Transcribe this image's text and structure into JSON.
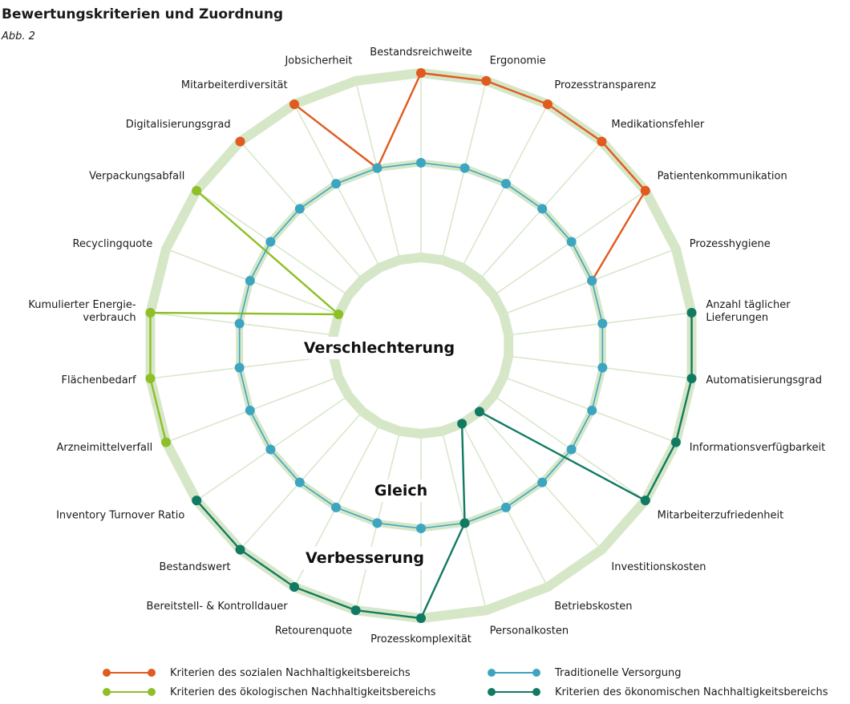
{
  "page": {
    "title": "Bewertungskriterien und Zuordnung",
    "subtitle": "Abb. 2"
  },
  "chart_data": {
    "type": "radar",
    "levels": [
      "Verbesserung",
      "Gleich",
      "Verschlechterung"
    ],
    "level_values": {
      "Verbesserung": 1,
      "Gleich": 0,
      "Verschlechterung": -1
    },
    "axes": [
      "Bestandsreichweite",
      "Ergonomie",
      "Prozesstransparenz",
      "Medikationsfehler",
      "Patientenkommunikation",
      "Prozesshygiene",
      "Anzahl täglicher\nLieferungen",
      "Automatisierungsgrad",
      "Informationsverfügbarkeit",
      "Mitarbeiterzufriedenheit",
      "Investitionskosten",
      "Betriebskosten",
      "Personalkosten",
      "Prozesskomplexität",
      "Retourenquote",
      "Bereitstell- & Kontrolldauer",
      "Bestandswert",
      "Inventory Turnover Ratio",
      "Arzneimittelverfall",
      "Flächenbedarf",
      "Kumulierter Energie-\nverbrauch",
      "Recyclingquote",
      "Verpackungsabfall",
      "Digitalisierungsgrad",
      "Mitarbeiterdiversität",
      "Jobsicherheit"
    ],
    "series": [
      {
        "name": "Kriterien des sozialen Nachhaltigkeitsbereichs",
        "color": "#e15a1e",
        "points": [
          {
            "axis": "Jobsicherheit",
            "value": 0
          },
          {
            "axis": "Mitarbeiterdiversität",
            "value": 1
          },
          {
            "axis": "Digitalisierungsgrad",
            "value": 1
          },
          {
            "axis": "Bestandsreichweite",
            "value": 1
          },
          {
            "axis": "Ergonomie",
            "value": 1
          },
          {
            "axis": "Prozesstransparenz",
            "value": 1
          },
          {
            "axis": "Medikationsfehler",
            "value": 1
          },
          {
            "axis": "Patientenkommunikation",
            "value": 1
          },
          {
            "axis": "Prozesshygiene",
            "value": 0
          }
        ],
        "segments": [
          [
            0,
            1
          ],
          [
            3,
            4
          ],
          [
            4,
            5
          ],
          [
            5,
            6
          ],
          [
            6,
            7
          ],
          [
            7,
            8
          ],
          [
            0,
            3
          ]
        ]
      },
      {
        "name": "Kriterien des ökologischen Nachhaltigkeitsbereichs",
        "color": "#8ebf27",
        "points": [
          {
            "axis": "Verpackungsabfall",
            "value": 1
          },
          {
            "axis": "Recyclingquote",
            "value": -1
          },
          {
            "axis": "Kumulierter Energie-\nverbrauch",
            "value": 1
          },
          {
            "axis": "Flächenbedarf",
            "value": 1
          },
          {
            "axis": "Arzneimittelverfall",
            "value": 1
          }
        ],
        "segments": [
          [
            0,
            1
          ],
          [
            1,
            2
          ],
          [
            2,
            3
          ],
          [
            3,
            4
          ]
        ]
      },
      {
        "name": "Traditionelle Versorgung",
        "color": "#3ea5c0",
        "closed": true,
        "all_axes_value": 0
      },
      {
        "name": "Kriterien des ökonomischen Nachhaltigkeitsbereichs",
        "color": "#127a62",
        "points": [
          {
            "axis": "Anzahl täglicher\nLieferungen",
            "value": 1
          },
          {
            "axis": "Automatisierungsgrad",
            "value": 1
          },
          {
            "axis": "Informationsverfügbarkeit",
            "value": 1
          },
          {
            "axis": "Mitarbeiterzufriedenheit",
            "value": 1
          },
          {
            "axis": "Investitionskosten",
            "value": -1
          },
          {
            "axis": "Betriebskosten",
            "value": -1
          },
          {
            "axis": "Personalkosten",
            "value": 0
          },
          {
            "axis": "Prozesskomplexität",
            "value": 1
          },
          {
            "axis": "Retourenquote",
            "value": 1
          },
          {
            "axis": "Bereitstell- & Kontrolldauer",
            "value": 1
          },
          {
            "axis": "Bestandswert",
            "value": 1
          },
          {
            "axis": "Inventory Turnover Ratio",
            "value": 1
          }
        ],
        "segments": [
          [
            0,
            1
          ],
          [
            1,
            2
          ],
          [
            2,
            3
          ],
          [
            3,
            4
          ],
          [
            5,
            6
          ],
          [
            6,
            7
          ],
          [
            7,
            8
          ],
          [
            8,
            9
          ],
          [
            9,
            10
          ],
          [
            10,
            11
          ]
        ]
      }
    ],
    "legend": {
      "placement": "bottom",
      "items": [
        {
          "label": "Kriterien des sozialen Nachhaltigkeitsbereichs",
          "color": "#e15a1e"
        },
        {
          "label": "Kriterien des ökologischen Nachhaltigkeitsbereichs",
          "color": "#8ebf27"
        },
        {
          "label": "Traditionelle Versorgung",
          "color": "#3ea5c0"
        },
        {
          "label": "Kriterien des ökonomischen Nachhaltigkeitsbereichs",
          "color": "#127a62"
        }
      ]
    },
    "colors": {
      "ring": "#d6e7c8",
      "spoke": "#d9e8cc"
    }
  }
}
